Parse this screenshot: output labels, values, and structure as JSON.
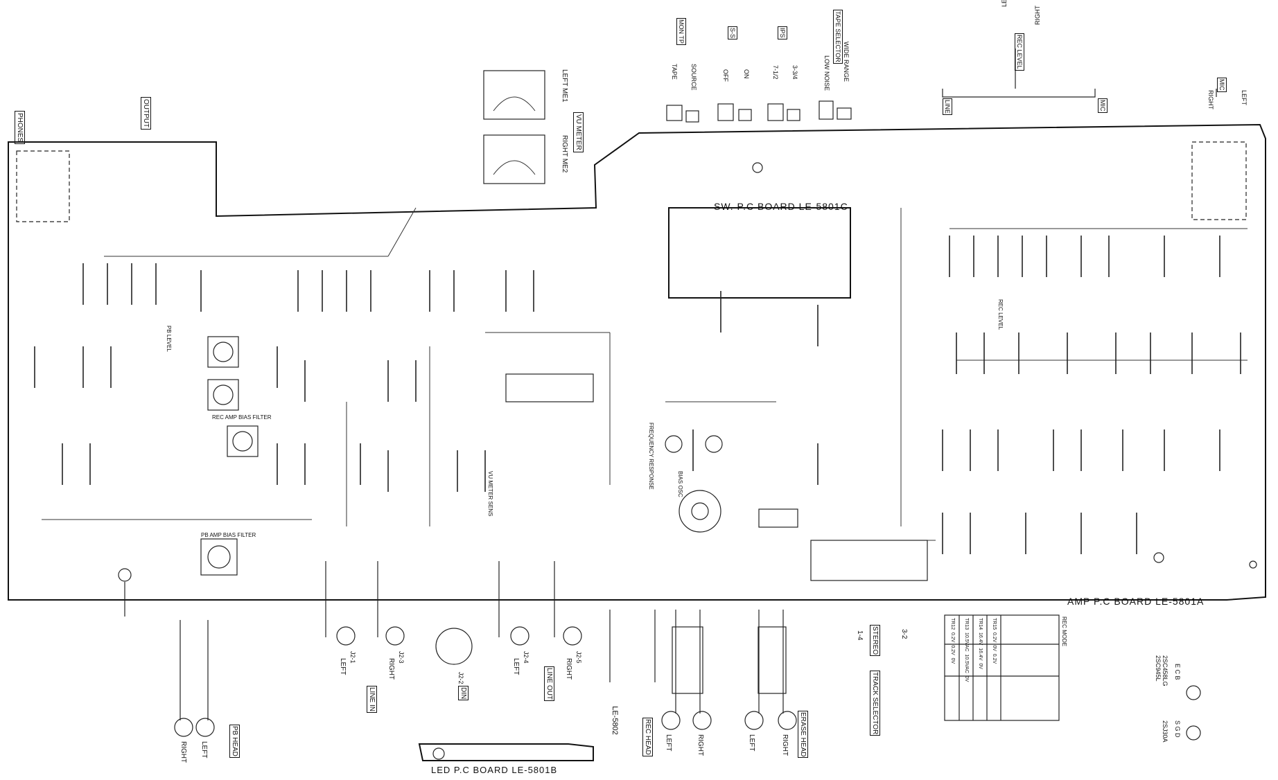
{
  "board_labels": {
    "amp": "AMP P.C BOARD LE-5801A",
    "sw": "SW. P.C BOARD LE-5801C",
    "led": "LED P.C BOARD LE-5801B",
    "le5802": "LE-5802"
  },
  "boxed_labels": {
    "phones": "PHONES",
    "output": "OUTPUT",
    "vu_meter": "VU METER",
    "rec_level": "REC LEVEL",
    "mic_top": "MIC",
    "line": "LINE",
    "mic": "MIC",
    "line_in": "LINE IN",
    "line_out": "LINE OUT",
    "din": "DIN",
    "stereo": "STEREO",
    "track_selector": "TRACK SELECTOR",
    "pb_head": "PB HEAD",
    "rec_head": "REC HEAD",
    "erase_head": "ERASE HEAD",
    "mon_tp": "MON TP",
    "ss": "S-S",
    "ips": "IPS",
    "tape_selector": "TAPE SELECTOR"
  },
  "switch_labels": [
    {
      "id": "tape",
      "text": "TAPE"
    },
    {
      "id": "source",
      "text": "SOURCE"
    },
    {
      "id": "off",
      "text": "OFF"
    },
    {
      "id": "on",
      "text": "ON"
    },
    {
      "id": "ips-7",
      "text": "7-1/2"
    },
    {
      "id": "ips-3",
      "text": "3-3/4"
    },
    {
      "id": "low-noise",
      "text": "LOW NOISE"
    },
    {
      "id": "wide-range",
      "text": "WIDE RANGE"
    }
  ],
  "meter_labels": {
    "left_me1": "LEFT  ME1",
    "right_me2": "RIGHT  ME2"
  },
  "channel_labels": {
    "left": "LEFT",
    "right": "RIGHT"
  },
  "jack_labels": {
    "j2_1": "J2-1",
    "j2_3": "J2-3",
    "j2_2": "J2-2",
    "j2_4": "J2-4",
    "j2_5": "J2-5"
  },
  "stereo_mode": {
    "top": "3-2",
    "bottom": "1-4"
  },
  "transistor_notes": {
    "n1": "2SC458LG",
    "n2": "2SC945L",
    "n3": "2SJ30A",
    "ecb": "E C B",
    "sgd": "S G D"
  },
  "table": {
    "title": "REC MODE",
    "rows": [
      [
        "TR12",
        "0.2V",
        "0.2V",
        "0V"
      ],
      [
        "TR13",
        "10.5VAC",
        "10.5VAC",
        "0V"
      ],
      [
        "TR14",
        "16.4V",
        "16.4V",
        "0V"
      ],
      [
        "TR15",
        "0.2V",
        "0V",
        "0.2V"
      ]
    ]
  },
  "controls": {
    "vr_pb_level": "PB LEVEL",
    "rec_amp_bias_filter": "REC AMP BIAS FILTER",
    "pb_amp_bias_filter": "PB AMP BIAS FILTER",
    "vu_meter_sens": "VU METER SENS",
    "bias_osc": "BIAS OSC",
    "frequency_response": "FREQUENCY RESPONSE",
    "rec_level": "REC LEVEL"
  }
}
